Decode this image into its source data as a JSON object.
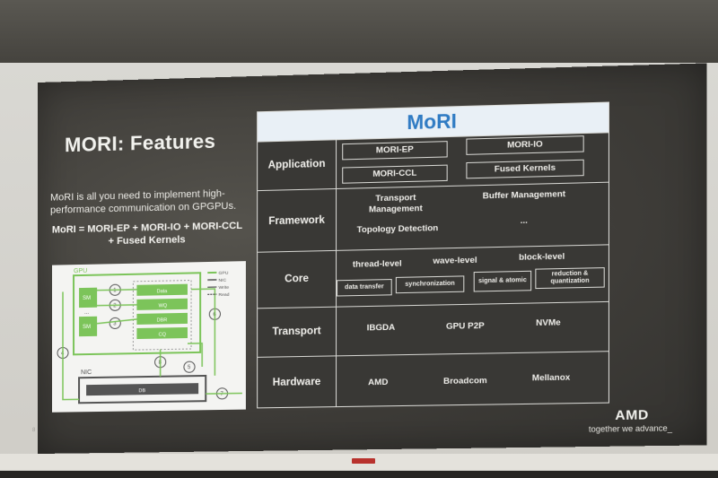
{
  "slide": {
    "title": "MORI: Features",
    "description": "MoRI is all you need to implement high-performance communication on GPGPUs.",
    "equation": "MoRI = MORI-EP + MORI-IO + MORI-CCL + Fused Kernels",
    "page_number": "8",
    "logo": "AMD",
    "tagline": "together we advance_"
  },
  "diagram": {
    "gpu_label": "GPU",
    "nic_label": "NIC",
    "sm_labels": [
      "SM",
      "SM"
    ],
    "sm_ellipsis": "...",
    "buffers": [
      "Data",
      "WQ",
      "DBR",
      "CQ"
    ],
    "db_label": "DB",
    "step_numbers": [
      "1",
      "2",
      "3",
      "4",
      "5",
      "6",
      "7",
      "8"
    ],
    "legend": [
      "GPU",
      "NIC",
      "Write",
      "Read"
    ],
    "legend_colors": [
      "#7cc45a",
      "#7a7a7a",
      "#2f2f2f",
      "#2f2f2f"
    ]
  },
  "panel": {
    "title": "MoRI",
    "title_color": "#2f7bc3",
    "layers": [
      {
        "label": "Application",
        "items": [
          "MORI-EP",
          "MORI-IO",
          "MORI-CCL",
          "Fused Kernels"
        ]
      },
      {
        "label": "Framework",
        "items": [
          "Transport Management",
          "Buffer Management",
          "Topology Detection",
          "..."
        ]
      },
      {
        "label": "Core",
        "items": [
          "thread-level",
          "wave-level",
          "block-level"
        ],
        "sub_items": [
          "data transfer",
          "synchronization",
          "signal & atomic",
          "reduction & quantization"
        ]
      },
      {
        "label": "Transport",
        "items": [
          "IBGDA",
          "GPU P2P",
          "NVMe"
        ]
      },
      {
        "label": "Hardware",
        "items": [
          "AMD",
          "Broadcom",
          "Mellanox"
        ]
      }
    ]
  }
}
